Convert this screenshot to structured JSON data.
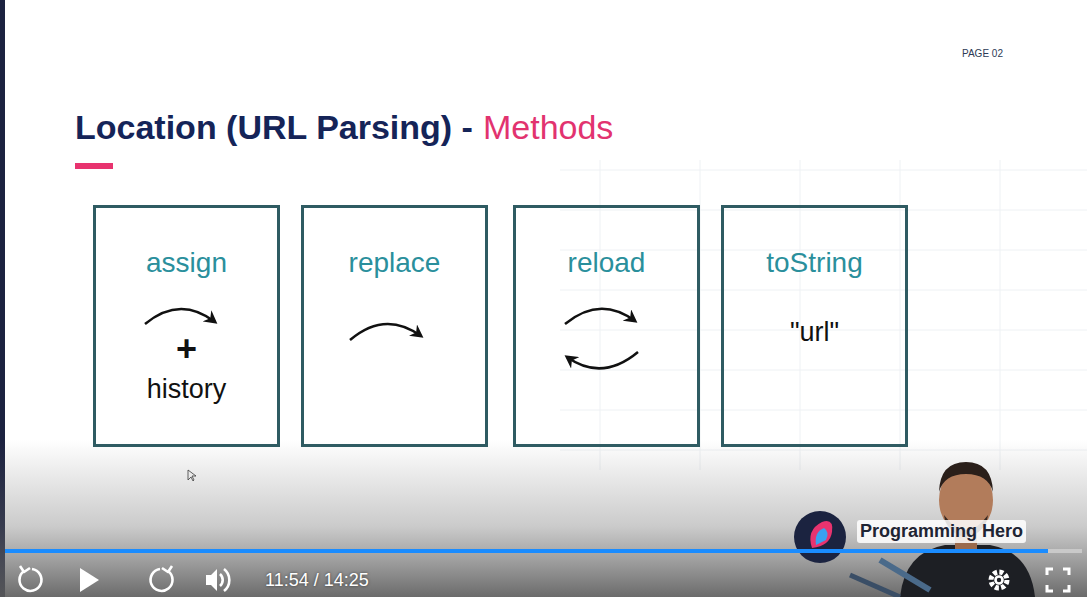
{
  "diagram": {
    "title": "Location (URL Parsing) -",
    "nodes": [
      {
        "text": [
          "assign",
          "+",
          "history"
        ]
      },
      {
        "text": [
          "replace"
        ]
      },
      {
        "text": [
          "reload"
        ]
      },
      {
        "text": [
          "toString",
          "\"url\""
        ]
      }
    ],
    "labels": [
      "PAGE 02",
      "Methods",
      "Programming Hero",
      "11:54 / 14:25"
    ]
  }
}
